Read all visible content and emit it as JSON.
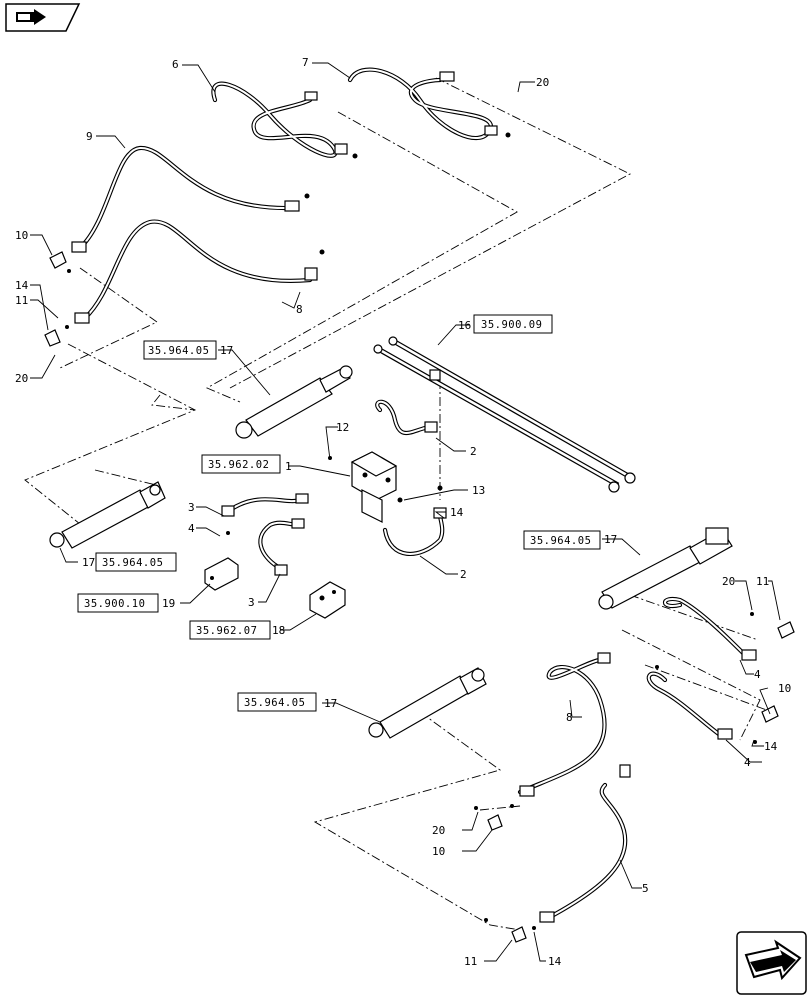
{
  "callouts": {
    "c1": "1",
    "c2a": "2",
    "c2b": "2",
    "c3a": "3",
    "c3b": "3",
    "c4a": "4",
    "c4b": "4",
    "c4c": "4",
    "c5": "5",
    "c6": "6",
    "c7": "7",
    "c8a": "8",
    "c8b": "8",
    "c9": "9",
    "c10a": "10",
    "c10b": "10",
    "c10c": "10",
    "c11a": "11",
    "c11b": "11",
    "c11c": "11",
    "c12": "12",
    "c13": "13",
    "c14a": "14",
    "c14b": "14",
    "c14c": "14",
    "c14d": "14",
    "c16": "16",
    "c17a": "17",
    "c17b": "17",
    "c17c": "17",
    "c17d": "17",
    "c18": "18",
    "c19": "19",
    "c20a": "20",
    "c20b": "20",
    "c20c": "20",
    "c20d": "20"
  },
  "refs": {
    "r_35_900_09": "35.900.09",
    "r_35_964_05_a": "35.964.05",
    "r_35_962_02": "35.962.02",
    "r_35_964_05_b": "35.964.05",
    "r_35_964_05_c": "35.964.05",
    "r_35_900_10": "35.900.10",
    "r_35_962_07": "35.962.07",
    "r_35_964_05_d": "35.964.05"
  },
  "icons": {
    "top_left": "book-arrow-icon",
    "bottom_right": "next-page-arrow-icon"
  }
}
